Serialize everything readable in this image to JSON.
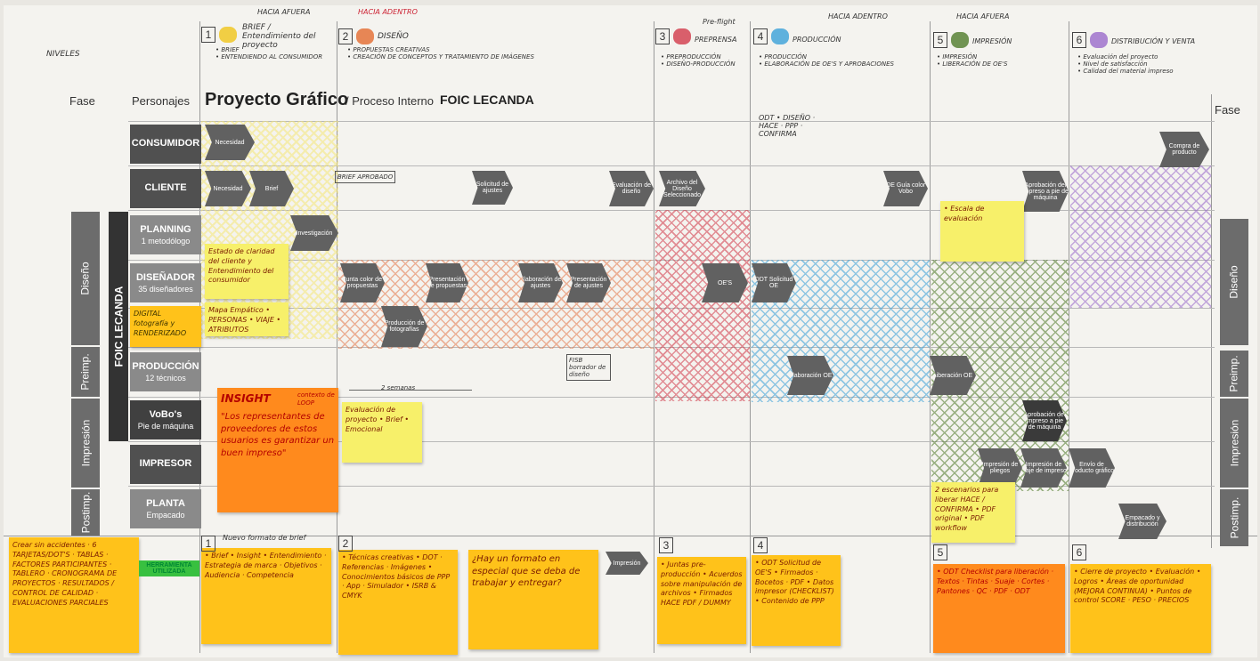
{
  "header": {
    "title": "Proyecto Gráfico",
    "subtitle": "/ Proceso Interno",
    "org": "FOIC LECANDA",
    "col_fase": "Fase",
    "col_personajes": "Personajes",
    "niveles": "NIVELES",
    "hacia_afuera_1": "HACIA AFUERA",
    "hacia_adentro_1": "HACIA ADENTRO",
    "hacia_adentro_2": "HACIA ADENTRO",
    "hacia_afuera_2": "HACIA AFUERA"
  },
  "phases": [
    {
      "num": "1",
      "name": "BRIEF / Entendimiento del proyecto",
      "items": "• BRIEF\n• ENTENDIENDO AL CONSUMIDOR",
      "color": "#f0c419"
    },
    {
      "num": "2",
      "name": "DISEÑO",
      "items": "• PROPUESTAS CREATIVAS\n• CREACIÓN DE CONCEPTOS Y TRATAMIENTO DE IMÁGENES",
      "color": "#e46a2e"
    },
    {
      "num": "3",
      "name": "PREPRENSA",
      "items": "• PREPRODUCCIÓN\n• DISEÑO-PRODUCCIÓN",
      "color": "#d23a4a"
    },
    {
      "num": "4",
      "name": "PRODUCCIÓN",
      "items": "• PRODUCCIÓN\n• ELABORACIÓN DE OE'S Y APROBACIONES",
      "color": "#3aa0d8"
    },
    {
      "num": "5",
      "name": "IMPRESIÓN",
      "items": "• IMPRESIÓN\n• LIBERACIÓN DE OE'S",
      "color": "#4f7a2a"
    },
    {
      "num": "6",
      "name": "DISTRIBUCIÓN Y VENTA",
      "items": "• Evaluación del proyecto\n• Nivel de satisfacción\n• Calidad del material impreso",
      "color": "#9a6acb"
    }
  ],
  "actors": [
    {
      "name": "CONSUMIDOR",
      "sub": ""
    },
    {
      "name": "CLIENTE",
      "sub": ""
    },
    {
      "name": "PLANNING",
      "sub": "1 metodólogo"
    },
    {
      "name": "DISEÑADOR",
      "sub": "35 diseñadores"
    },
    {
      "name": "PRODUCCIÓN",
      "sub": "12 técnicos"
    },
    {
      "name": "VoBo's",
      "sub": "Pie de máquina"
    },
    {
      "name": "IMPRESOR",
      "sub": ""
    },
    {
      "name": "PLANTA",
      "sub": "Empacado"
    }
  ],
  "side_phases": [
    "Diseño",
    "Preimp.",
    "Impresión",
    "Postimp."
  ],
  "chevrons": [
    {
      "label": "Necesidad"
    },
    {
      "label": "Necesidad"
    },
    {
      "label": "Brief"
    },
    {
      "label": "Investigación"
    },
    {
      "label": "Solicitud de ajustes"
    },
    {
      "label": "Evaluación de diseño"
    },
    {
      "label": "Archivo del Diseño Seleccionado"
    },
    {
      "label": "OE Guía color Vobo"
    },
    {
      "label": "Aprobación del impreso a pie de máquina"
    },
    {
      "label": "Compra de producto"
    },
    {
      "label": "Junta color de propuestas"
    },
    {
      "label": "Presentación de propuestas"
    },
    {
      "label": "Elaboración de ajustes"
    },
    {
      "label": "Presentación de ajustes"
    },
    {
      "label": "OE'S"
    },
    {
      "label": "DDT Solicitud OE"
    },
    {
      "label": "Producción de fotografías"
    },
    {
      "label": "Elaboración OE"
    },
    {
      "label": "Liberación OE"
    },
    {
      "label": "Aprobación del impreso a pie de máquina"
    },
    {
      "label": "Impresión de pliegos"
    },
    {
      "label": "Impresión de tiraje de impreso"
    },
    {
      "label": "Envío de producto gráfico"
    },
    {
      "label": "Empacado y distribución"
    },
    {
      "label": "Impresión"
    }
  ],
  "notes": {
    "insight_title": "INSIGHT",
    "insight_body": "\"Los representantes de proveedores de estos usuarios es garantizar un buen impreso\"",
    "insight_corner": "contexto de LOOP",
    "digital": "DIGITAL fotografía y RENDERIZADO",
    "n1": "Estado de claridad del cliente y Entendimiento del consumidor",
    "n2": "Mapa Empático • PERSONAS • VIAJE • ATRIBUTOS",
    "n3": "Evaluación de proyecto • Brief • Emocional",
    "n4": "• Escala de evaluación",
    "n5": "2 escenarios para liberar HACE / CONFIRMA • PDF original • PDF workflow",
    "bottom_left": "Crear sin accidentes · 6 TARJETAS/DOT'S · TABLAS · FACTORES PARTICIPANTES · TABLERO · CRONOGRAMA DE PROYECTOS · RESULTADOS / CONTROL DE CALIDAD · EVALUACIONES PARCIALES",
    "herramienta": "HERRAMIENTA UTILIZADA",
    "b1": "• Brief • Insight • Entendimiento · Estrategia de marca · Objetivos · Audiencia · Competencia",
    "b2": "• Técnicas creativas • DOT · Referencias · Imágenes • Conocimientos básicos de PPP · App · Simulador • ISRB & CMYK",
    "b3": "¿Hay un formato en especial que se deba de trabajar y entregar?",
    "b4": "• Juntas pre-producción • Acuerdos sobre manipulación de archivos • Firmados HACE PDF / DUMMY",
    "b5": "• ODT Solicitud de OE'S • Firmados · Bocetos · PDF • Datos impresor (CHECKLIST) • Contenido de PPP",
    "b6": "• ODT Checklist para liberación · Textos · Tintas · Suaje · Cortes · Pantones · QC · PDF · ODT",
    "b7": "• Cierre de proyecto • Evaluación • Logros • Áreas de oportunidad (MEJORA CONTINUA) • Puntos de control SCORE · PESO · PRECIOS"
  },
  "annotations": {
    "highlight": "Pre-flight",
    "dos_semanas": "2 semanas",
    "brief_aprobado": "BRIEF APROBADO",
    "fisbillo": "FISB borrador de diseño",
    "nuevo_formato": "Nuevo formato de brief",
    "odt_diseno": "ODT • DISEÑO · HACE · PPP · CONFIRMA"
  }
}
